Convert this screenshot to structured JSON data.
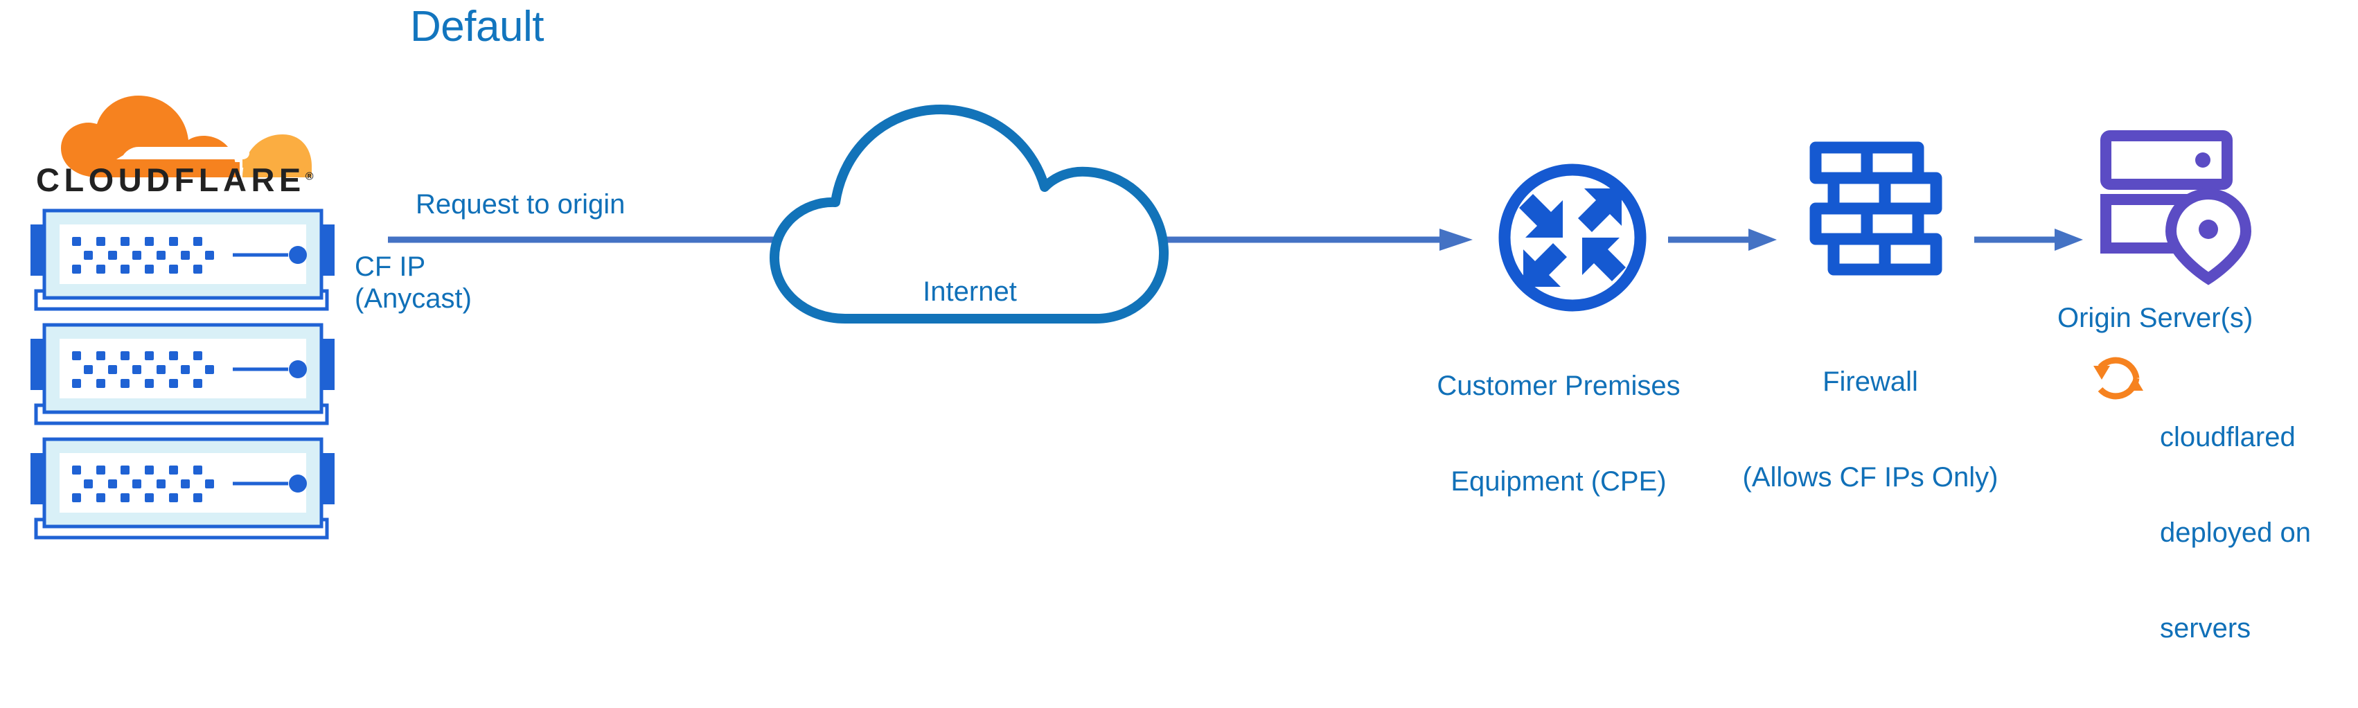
{
  "title": "Default",
  "brand": {
    "name": "CLOUDFLARE",
    "registered_mark": "®",
    "logo_icon": "cloudflare-cloud-logo",
    "orange": "#f6821f",
    "orange_light": "#fbad41",
    "wordmark_color": "#222222"
  },
  "colors": {
    "label_blue": "#1070b8",
    "title_blue": "#1275be",
    "cloud_stroke": "#1273b9",
    "arrow_blue": "#4472c4",
    "icon_blue": "#1559d1",
    "rack_blue": "#1f62d4",
    "rack_fill": "#d9f0f7",
    "origin_purple": "#5b4cc4",
    "cloudflared_orange": "#f6821f",
    "background": "#ffffff"
  },
  "flow": {
    "request_label": "Request to origin",
    "cf_ip_label": "CF IP\n(Anycast)",
    "arrows": [
      {
        "name": "cloudflare-to-cpe",
        "from": "cloudflare-edge",
        "to": "customer-premises-equipment"
      },
      {
        "name": "cpe-to-firewall",
        "from": "customer-premises-equipment",
        "to": "firewall"
      },
      {
        "name": "firewall-to-origin",
        "from": "firewall",
        "to": "origin-servers"
      }
    ]
  },
  "nodes": {
    "cloudflare_edge": {
      "name": "cloudflare-edge",
      "icon": "server-rack-icon",
      "rack_count": 3
    },
    "internet": {
      "label": "Internet",
      "icon": "cloud-icon"
    },
    "cpe": {
      "icon": "router-icon",
      "label_line1": "Customer Premises",
      "label_line2": "Equipment (CPE)"
    },
    "firewall": {
      "icon": "brick-wall-icon",
      "label_line1": "Firewall",
      "label_line2": "(Allows CF IPs Only)"
    },
    "origin": {
      "icon": "server-stack-pin-icon",
      "label": "Origin Server(s)",
      "note_icon": "sync-arrows-icon",
      "note_line1": "cloudflared",
      "note_line2": "deployed on",
      "note_line3": "servers"
    }
  }
}
